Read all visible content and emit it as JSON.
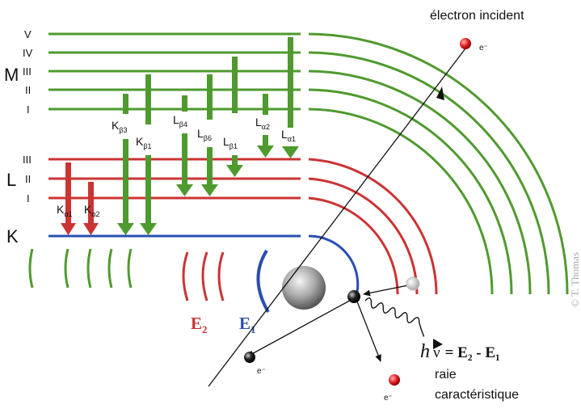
{
  "header": {
    "incident_label": "électron incident"
  },
  "shells": {
    "M": {
      "name": "M",
      "levels": [
        "V",
        "IV",
        "III",
        "II",
        "I"
      ]
    },
    "L": {
      "name": "L",
      "levels": [
        "III",
        "II",
        "I"
      ]
    },
    "K": {
      "name": "K"
    }
  },
  "transitions": {
    "K": {
      "base": "K",
      "subs": [
        "α1",
        "α2",
        "β3",
        "β1"
      ]
    },
    "L": {
      "base": "L",
      "subs": [
        "β4",
        "β6",
        "β1",
        "α2",
        "α1"
      ]
    }
  },
  "energies": {
    "e2_main": "E",
    "e2_sub": "2",
    "e1_main": "E",
    "e1_sub": "1"
  },
  "particles": {
    "electron": "e⁻"
  },
  "formula": {
    "h": "h",
    "nu": "ν",
    "rest": "= E₂ - E₁"
  },
  "caption": {
    "line1": "raie",
    "line2": "caractéristique"
  },
  "credit": "© T. Thomas",
  "colors": {
    "m_shell": "#4f9a2f",
    "l_shell": "#cc3333",
    "k_shell": "#2a4fb0",
    "electron": "#e02020"
  }
}
